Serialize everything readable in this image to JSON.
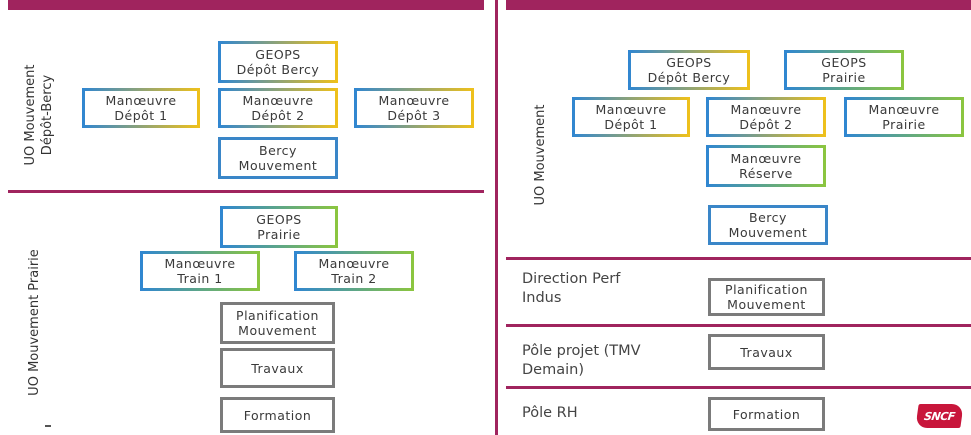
{
  "left": {
    "section1_label": "UO Mouvement\nDépôt-Bercy",
    "section2_label": "UO Mouvement Prairie",
    "boxes": {
      "geops_depot_bercy": "GEOPS\nDépôt Bercy",
      "manoeuvre_depot1": "Manœuvre\nDépôt 1",
      "manoeuvre_depot2": "Manœuvre\nDépôt 2",
      "manoeuvre_depot3": "Manœuvre\nDépôt 3",
      "bercy_mouvement": "Bercy\nMouvement",
      "geops_prairie": "GEOPS\nPrairie",
      "manoeuvre_train1": "Manœuvre\nTrain 1",
      "manoeuvre_train2": "Manœuvre\nTrain 2",
      "planification_mouvement": "Planification\nMouvement",
      "travaux": "Travaux",
      "formation": "Formation"
    }
  },
  "right": {
    "section1_label": "UO Mouvement",
    "row_labels": {
      "direction": "Direction Perf\nIndus",
      "pole_projet": "Pôle projet (TMV\nDemain)",
      "pole_rh": "Pôle RH"
    },
    "boxes": {
      "geops_depot_bercy": "GEOPS\nDépôt Bercy",
      "geops_prairie": "GEOPS\nPrairie",
      "manoeuvre_depot1": "Manœuvre\nDépôt 1",
      "manoeuvre_depot2": "Manœuvre\nDépôt 2",
      "manoeuvre_prairie": "Manœuvre\nPrairie",
      "manoeuvre_reserve": "Manœuvre\nRéserve",
      "bercy_mouvement": "Bercy\nMouvement",
      "planification_mouvement": "Planification\nMouvement",
      "travaux": "Travaux",
      "formation": "Formation"
    }
  },
  "logo": "SNCF",
  "colors": {
    "divider": "#a0245e",
    "blue": "#3a86c8",
    "green": "#8cc63e",
    "yellow": "#f0c11a",
    "gray": "#7b7b7b"
  }
}
